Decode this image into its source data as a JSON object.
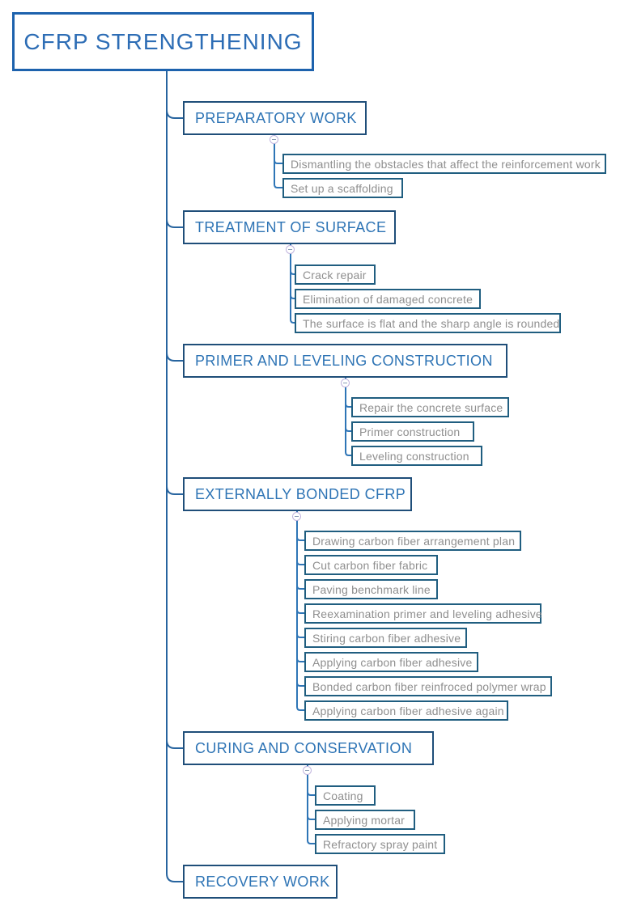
{
  "map": {
    "root": {
      "label": "CFRP STRENGTHENING"
    },
    "branches": [
      {
        "label": "PREPARATORY WORK",
        "children": [
          "Dismantling the obstacles that affect the reinforcement work",
          "Set up a scaffolding"
        ]
      },
      {
        "label": "TREATMENT OF SURFACE",
        "children": [
          "Crack repair",
          "Elimination of damaged concrete",
          "The surface is flat and the sharp angle is rounded"
        ]
      },
      {
        "label": "PRIMER AND LEVELING CONSTRUCTION",
        "children": [
          "Repair the concrete surface",
          "Primer construction",
          "Leveling construction"
        ]
      },
      {
        "label": "EXTERNALLY BONDED CFRP",
        "children": [
          "Drawing carbon fiber arrangement plan",
          "Cut carbon fiber fabric",
          "Paving benchmark line",
          "Reexamination primer and leveling adhesive",
          "Stiring carbon fiber adhesive",
          "Applying carbon fiber adhesive",
          "Bonded carbon fiber reinfroced polymer wrap",
          "Applying carbon fiber adhesive again"
        ]
      },
      {
        "label": "CURING AND CONSERVATION",
        "children": [
          "Coating",
          "Applying mortar",
          "Refractory spray paint"
        ]
      },
      {
        "label": "RECOVERY WORK",
        "children": []
      }
    ]
  },
  "icons": {
    "collapse": "minus-circle-icon"
  },
  "colors": {
    "root_border": "#1d62ad",
    "root_text": "#2d6db5",
    "branch_border": "#1f4e79",
    "branch_text": "#2e74b5",
    "child_border": "#205e80",
    "child_text": "#8f8f8f",
    "connector": "#2e75b6",
    "trunk": "#27649f",
    "background": "#ffffff"
  }
}
